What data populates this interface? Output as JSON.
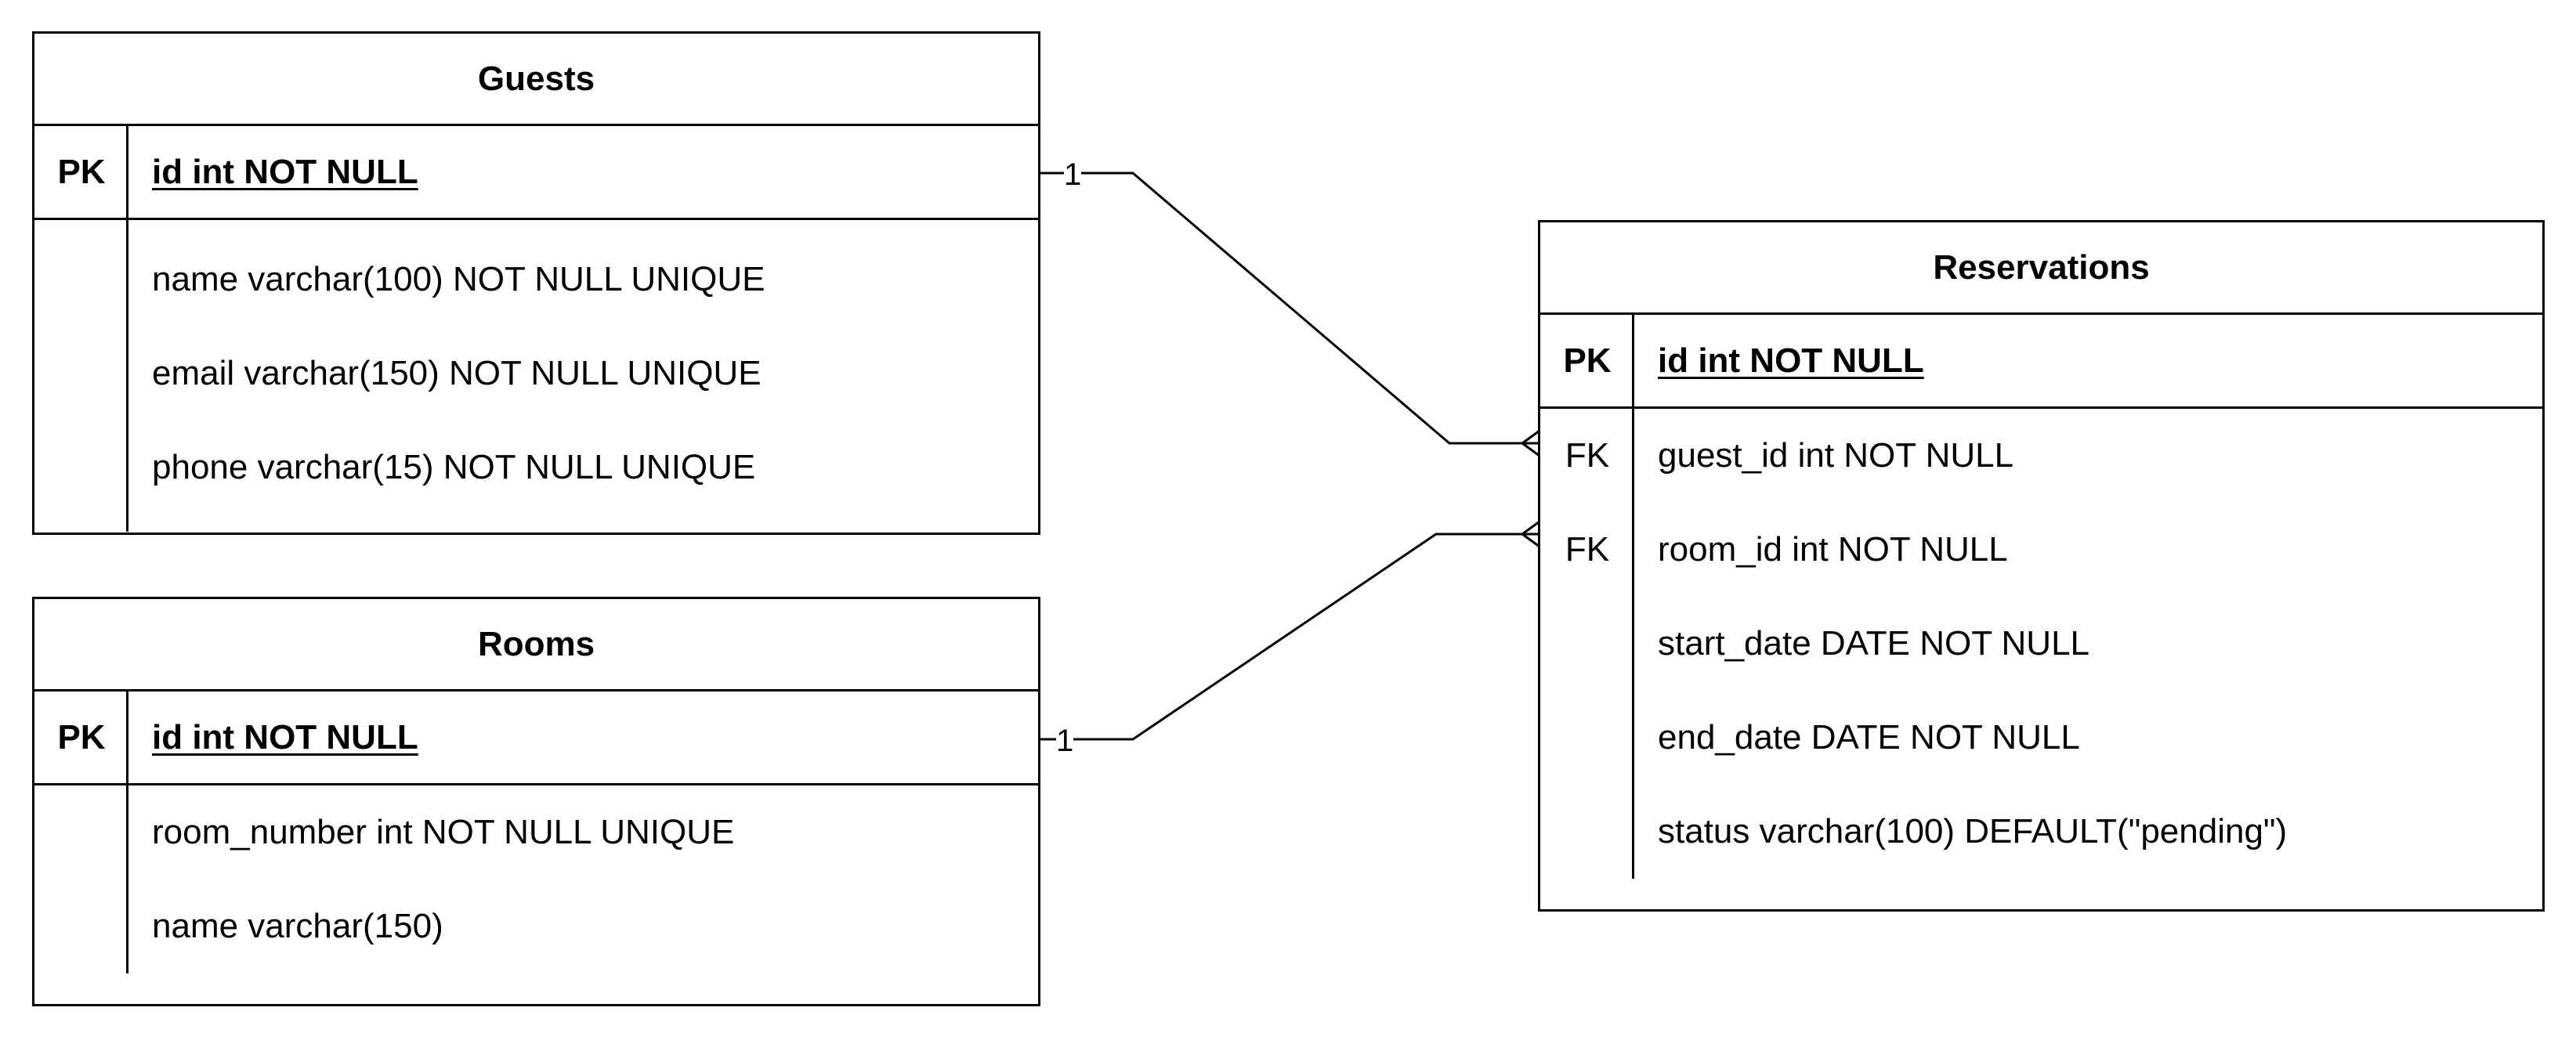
{
  "entities": {
    "guests": {
      "title": "Guests",
      "pk": {
        "key": "PK",
        "field": "id int NOT NULL"
      },
      "rows": [
        {
          "key": "",
          "field": "name varchar(100) NOT NULL UNIQUE"
        },
        {
          "key": "",
          "field": "email varchar(150) NOT NULL UNIQUE"
        },
        {
          "key": "",
          "field": "phone varchar(15) NOT NULL UNIQUE"
        }
      ]
    },
    "rooms": {
      "title": "Rooms",
      "pk": {
        "key": "PK",
        "field": "id int NOT NULL"
      },
      "rows": [
        {
          "key": "",
          "field": "room_number int NOT NULL UNIQUE"
        },
        {
          "key": "",
          "field": "name varchar(150)"
        }
      ]
    },
    "reservations": {
      "title": "Reservations",
      "pk": {
        "key": "PK",
        "field": "id int NOT NULL"
      },
      "rows": [
        {
          "key": "FK",
          "field": "guest_id int NOT NULL"
        },
        {
          "key": "FK",
          "field": "room_id int NOT NULL"
        },
        {
          "key": "",
          "field": "start_date DATE NOT NULL"
        },
        {
          "key": "",
          "field": "end_date DATE NOT NULL"
        },
        {
          "key": "",
          "field": "status varchar(100) DEFAULT(\"pending\")"
        }
      ]
    }
  },
  "relationships": [
    {
      "from": "Guests.id",
      "to": "Reservations.guest_id",
      "from_cardinality": "1",
      "to_cardinality": "many"
    },
    {
      "from": "Rooms.id",
      "to": "Reservations.room_id",
      "from_cardinality": "1",
      "to_cardinality": "many"
    }
  ]
}
